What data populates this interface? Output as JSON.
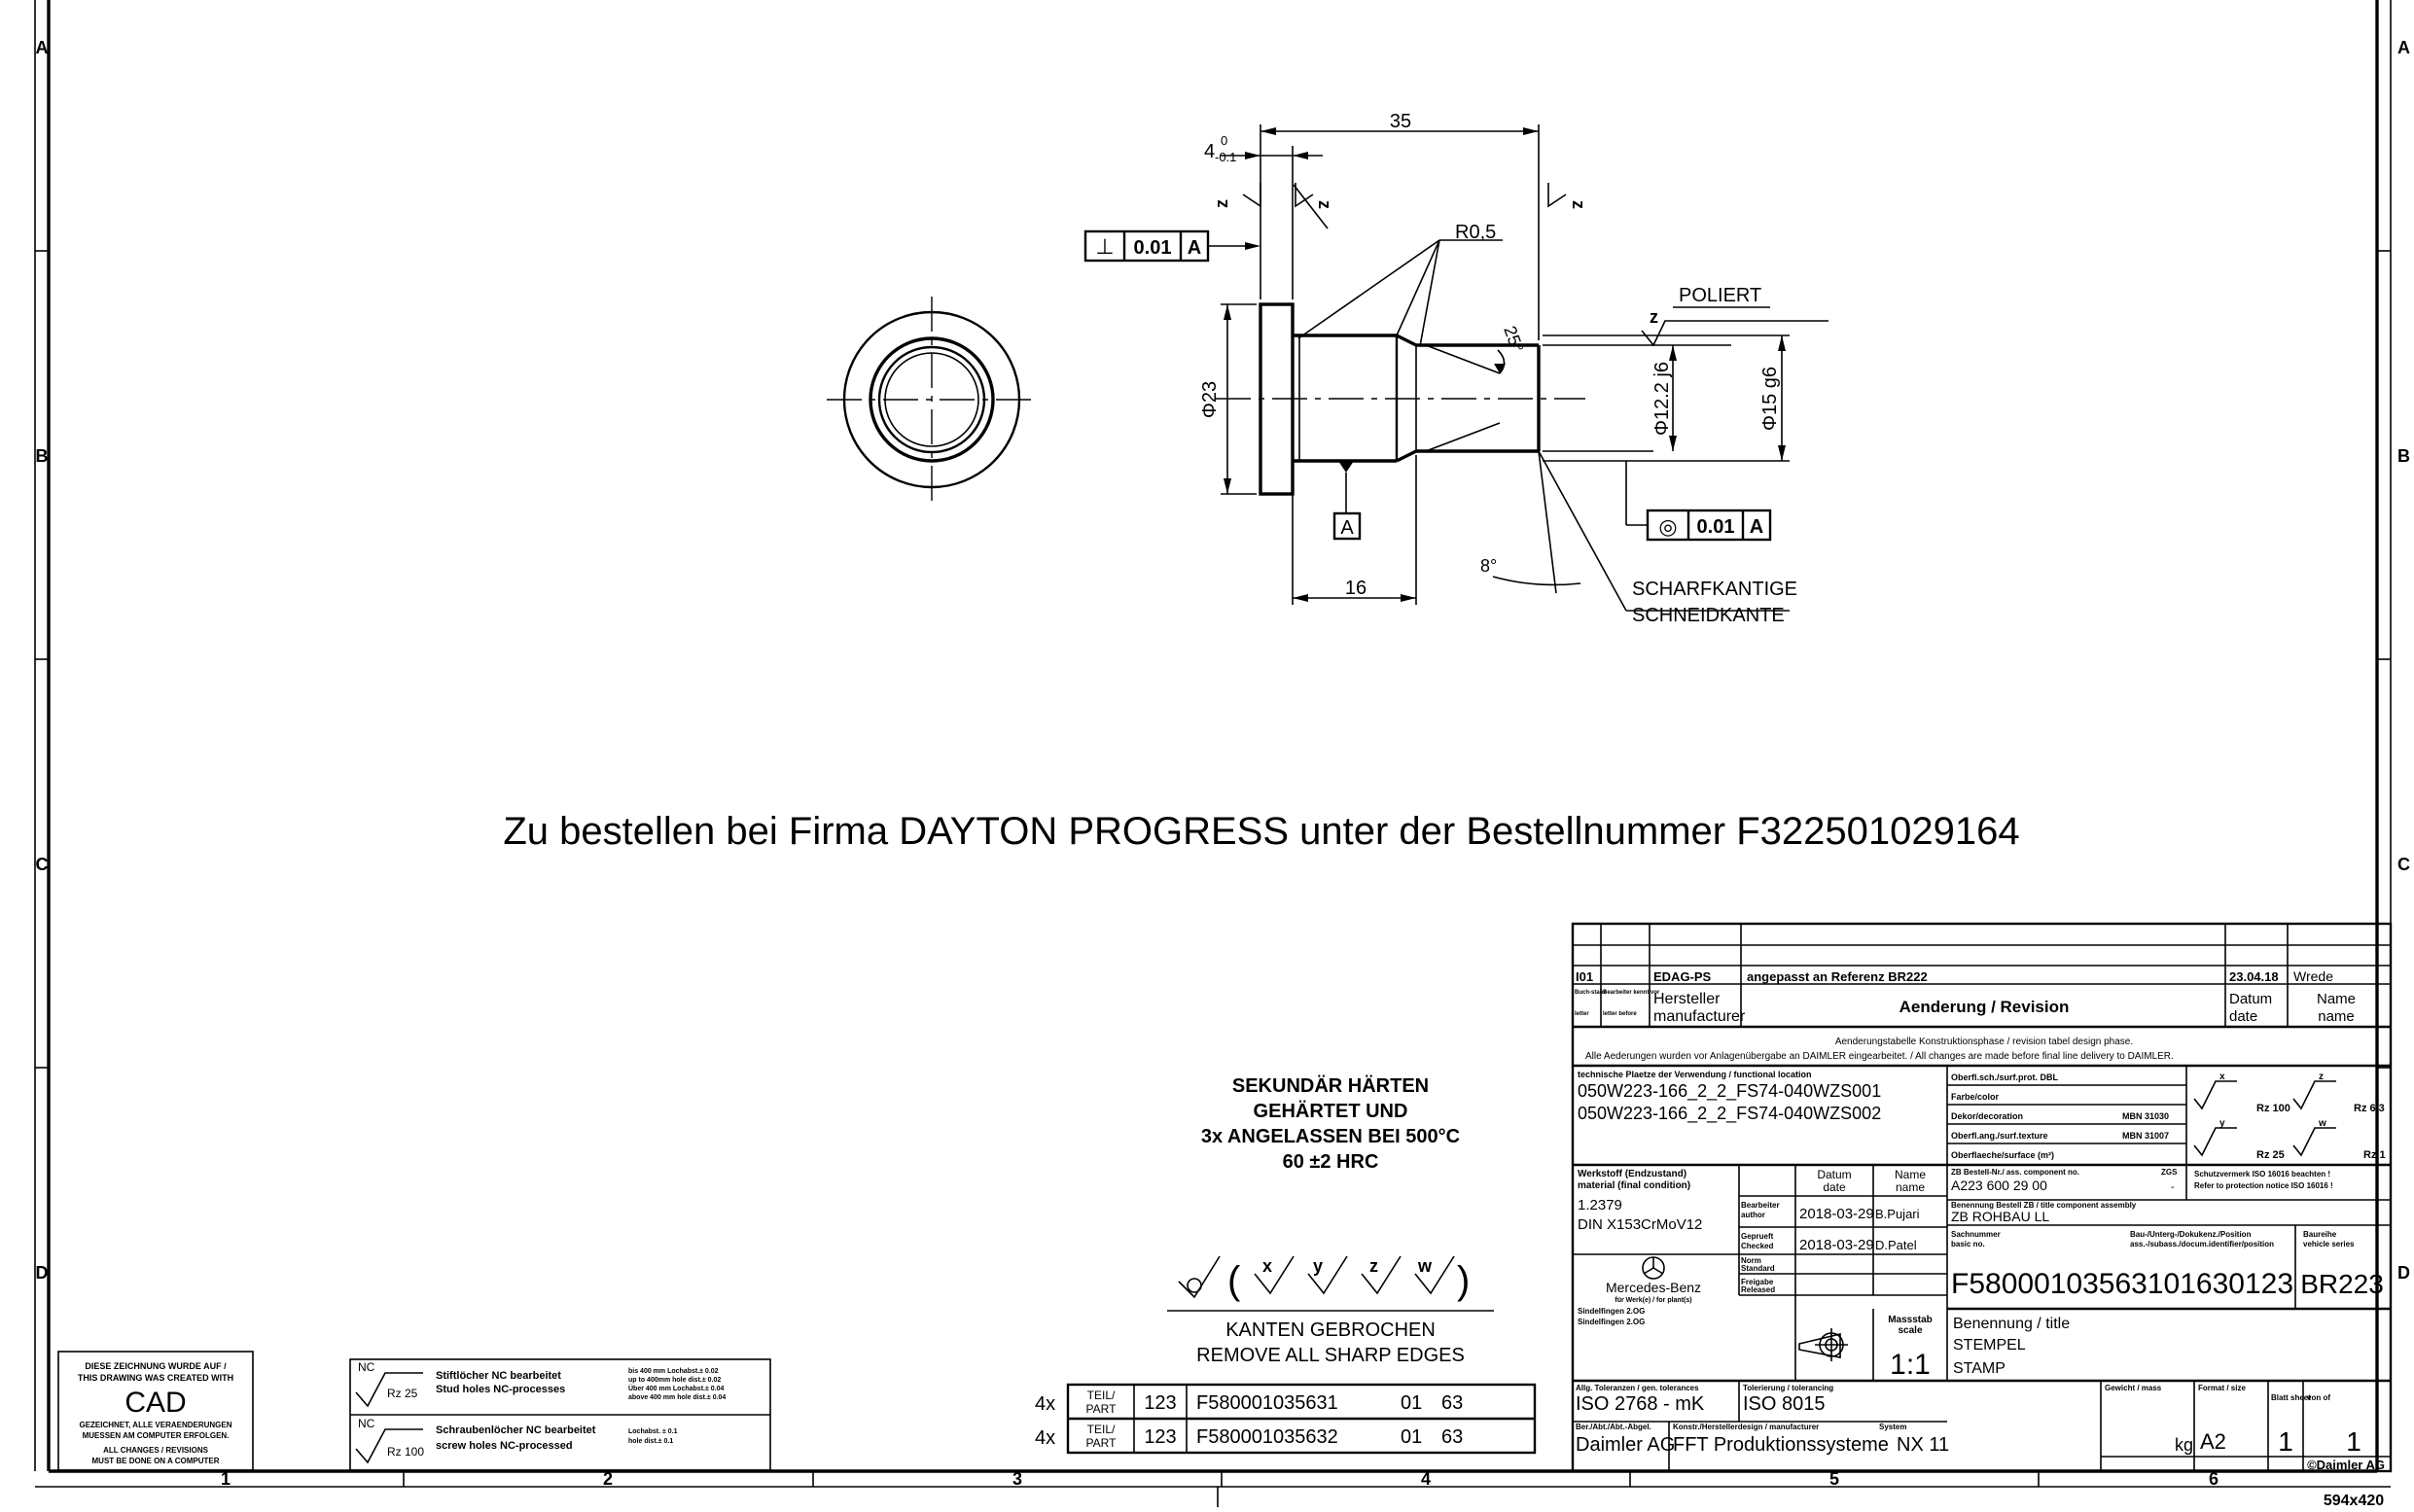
{
  "frame": {
    "rows": [
      "A",
      "B",
      "C",
      "D"
    ],
    "cols": [
      "1",
      "2",
      "3",
      "4",
      "5",
      "6"
    ],
    "size": "594x420"
  },
  "drawing": {
    "dim_35": "35",
    "dim_4": "4",
    "dim_4_tol_top": "0",
    "dim_4_tol_bot": "-0.1",
    "dim_r05": "R0,5",
    "dim_25deg": "25°",
    "dim_d23": "Φ23",
    "dim_d12": "Φ12.2 j6",
    "dim_d15": "Φ15 g6",
    "dim_16": "16",
    "dim_8deg": "8°",
    "gdt_perp_symbol": "⊥",
    "gdt_perp_value": "0.01",
    "gdt_perp_datum": "A",
    "gdt_conc_symbol": "◎",
    "gdt_conc_value": "0.01",
    "gdt_conc_datum": "A",
    "datum_a": "A",
    "surf_z1": "z",
    "surf_z2": "z",
    "surf_z3": "z",
    "surf_z4": "z",
    "poliert": "POLIERT",
    "scharf_1": "SCHARFKANTIGE",
    "scharf_2": "SCHNEIDKANTE"
  },
  "order_note": "Zu bestellen bei Firma DAYTON PROGRESS unter der Bestellnummer F322501029164",
  "hardening": [
    "SEKUNDÄR HÄRTEN",
    "GEHÄRTET UND",
    "3x ANGELASSEN BEI 500°C",
    "60 ±2 HRC"
  ],
  "surface_legend": {
    "open": "(",
    "x": "x",
    "y": "y",
    "z": "z",
    "w": "w",
    "close": ")"
  },
  "edges": [
    "KANTEN GEBROCHEN",
    "REMOVE ALL SHARP EDGES"
  ],
  "parts": [
    {
      "qty": "4x",
      "label1": "TEIL/",
      "label2": "PART",
      "code": "123",
      "number": "F580001035631",
      "a": "01",
      "b": "63"
    },
    {
      "qty": "4x",
      "label1": "TEIL/",
      "label2": "PART",
      "code": "123",
      "number": "F580001035632",
      "a": "01",
      "b": "63"
    }
  ],
  "cad_note": {
    "l1": "DIESE ZEICHNUNG WURDE AUF /",
    "l2": "THIS DRAWING WAS CREATED WITH",
    "big": "CAD",
    "l3": "GEZEICHNET, ALLE VERAENDERUNGEN",
    "l4": "MUESSEN AM COMPUTER ERFOLGEN.",
    "l5": "ALL CHANGES / REVISIONS",
    "l6": "MUST BE DONE ON A COMPUTER"
  },
  "nc_note": {
    "nc1": "NC",
    "rz1": "Rz 25",
    "t1a": "Stiftlöcher NC bearbeitet",
    "t1b": "Stud holes NC-processes",
    "s1a": "bis 400 mm Lochabst.± 0.02",
    "s1b": "up to 400mm hole dist.± 0.02",
    "s1c": "Über 400 mm Lochabst.± 0.04",
    "s1d": "above 400 mm hole dist.± 0.04",
    "nc2": "NC",
    "rz2": "Rz 100",
    "t2a": "Schraubenlöcher NC bearbeitet",
    "t2b": "screw holes NC-processed",
    "s2a": "Lochabst. ± 0.1",
    "s2b": "hole dist.± 0.1"
  },
  "title_block": {
    "rev_idx": "I01",
    "rev_mfr": "EDAG-PS",
    "rev_text": "angepasst an Referenz BR222",
    "rev_date": "23.04.18",
    "rev_name": "Wrede",
    "h_stufe": "Buch-stabe",
    "h_kenn": "Bearbeiter kennt vor",
    "h_lt": "letter",
    "h_lb": "letter before",
    "h_hersteller": "Hersteller",
    "h_manufacturer": "manufacturer",
    "h_aenderung": "Aenderung / Revision",
    "h_datum": "Datum",
    "h_date": "date",
    "h_name": "Name",
    "h_name2": "name",
    "note1": "Aenderungstabelle Konstruktionsphase / revision tabel design phase.",
    "note2": "Alle Aederungen wurden vor Anlagenübergabe an DAIMLER eingearbeitet. / All changes are made before final line delivery to DAIMLER.",
    "loc_label": "technische Plaetze der Verwendung / functional location",
    "loc1": "050W223-166_2_2_FS74-040WZS001",
    "loc2": "050W223-166_2_2_FS74-040WZS002",
    "surf_prot": "Oberfl.sch./surf.prot. DBL",
    "farbe": "Farbe/color",
    "dekor": "Dekor/decoration",
    "mbn1": "MBN 31030",
    "texture": "Oberfl.ang./surf.texture",
    "mbn2": "MBN 31007",
    "surface_m2": "Oberflaeche/surface (m²)",
    "sym_x": "x",
    "sym_z": "z",
    "sym_y": "y",
    "sym_w": "w",
    "rz100": "Rz 100",
    "rz63": "Rz 6.3",
    "rz25": "Rz 25",
    "rz1": "Rz 1",
    "mat_label1": "Werkstoff (Endzustand)",
    "mat_label2": "material (final condition)",
    "mat1": "1.2379",
    "mat2": "DIN X153CrMoV12",
    "h_datum2": "Datum",
    "h_date2": "date",
    "h_name3": "Name",
    "h_name4": "name",
    "bearbeiter": "Bearbeiter",
    "author": "author",
    "date1": "2018-03-29",
    "name1": "B.Pujari",
    "geprueft": "Geprueft",
    "checked": "Checked",
    "date2": "2018-03-29",
    "name2": "D.Patel",
    "norm": "Norm",
    "standard": "Standard",
    "freigabe": "Freigabe",
    "released": "Released",
    "zb_label": "ZB Bestell-Nr./ ass. component no.",
    "zb_val": "A223 600 29 00",
    "zgs": "ZGS",
    "dash": "-",
    "schutz1": "Schutzvermerk ISO 16016 beachten !",
    "schutz2": "Refer to protection notice ISO 16016 !",
    "ben_label": "Benennung Bestell ZB / title component assembly",
    "ben_val": "ZB ROHBAU LL",
    "sach_label1": "Sachnummer",
    "sach_label2": "basic no.",
    "bau_label1": "Bau-/Unterg-/Dokukenz./Position",
    "bau_label2": "ass.-/subass./docum.identifier/position",
    "baureihe_label1": "Baureihe",
    "baureihe_label2": "vehicle series",
    "sachnummer": "F58000103563101630123",
    "baureihe": "BR223",
    "mb_name": "Mercedes-Benz",
    "mb_for": "für Werk(e) / for plant(s)",
    "plant1": "Sindelfingen 2.OG",
    "plant2": "Sindelfingen 2.OG",
    "massstab1": "Massstab",
    "massstab2": "scale",
    "scale": "1:1",
    "benennung_label": "Benennung / title",
    "title1": "STEMPEL",
    "title2": "STAMP",
    "tol_label": "Allg. Toleranzen / gen. tolerances",
    "tol_val": "ISO 2768 - mK",
    "tolz_label": "Tolerierung / tolerancing",
    "tolz_val": "ISO 8015",
    "ber_label": "Ber./Abt./Abt.-Abgel.",
    "ber_val": "Daimler AG",
    "konst_label": "Konstr./Herstellerdesign / manufacturer",
    "konst_val": "FFT Produktionssysteme",
    "sys_label": "System",
    "sys_val": "NX 11",
    "gew_label": "Gewicht / mass",
    "kg": "kg",
    "format_label": "Format / size",
    "format_val": "A2",
    "blatt_label": "Blatt sheet",
    "blatt_val": "1",
    "von": "von of",
    "von_val": "1",
    "copyright": "©Daimler AG"
  }
}
